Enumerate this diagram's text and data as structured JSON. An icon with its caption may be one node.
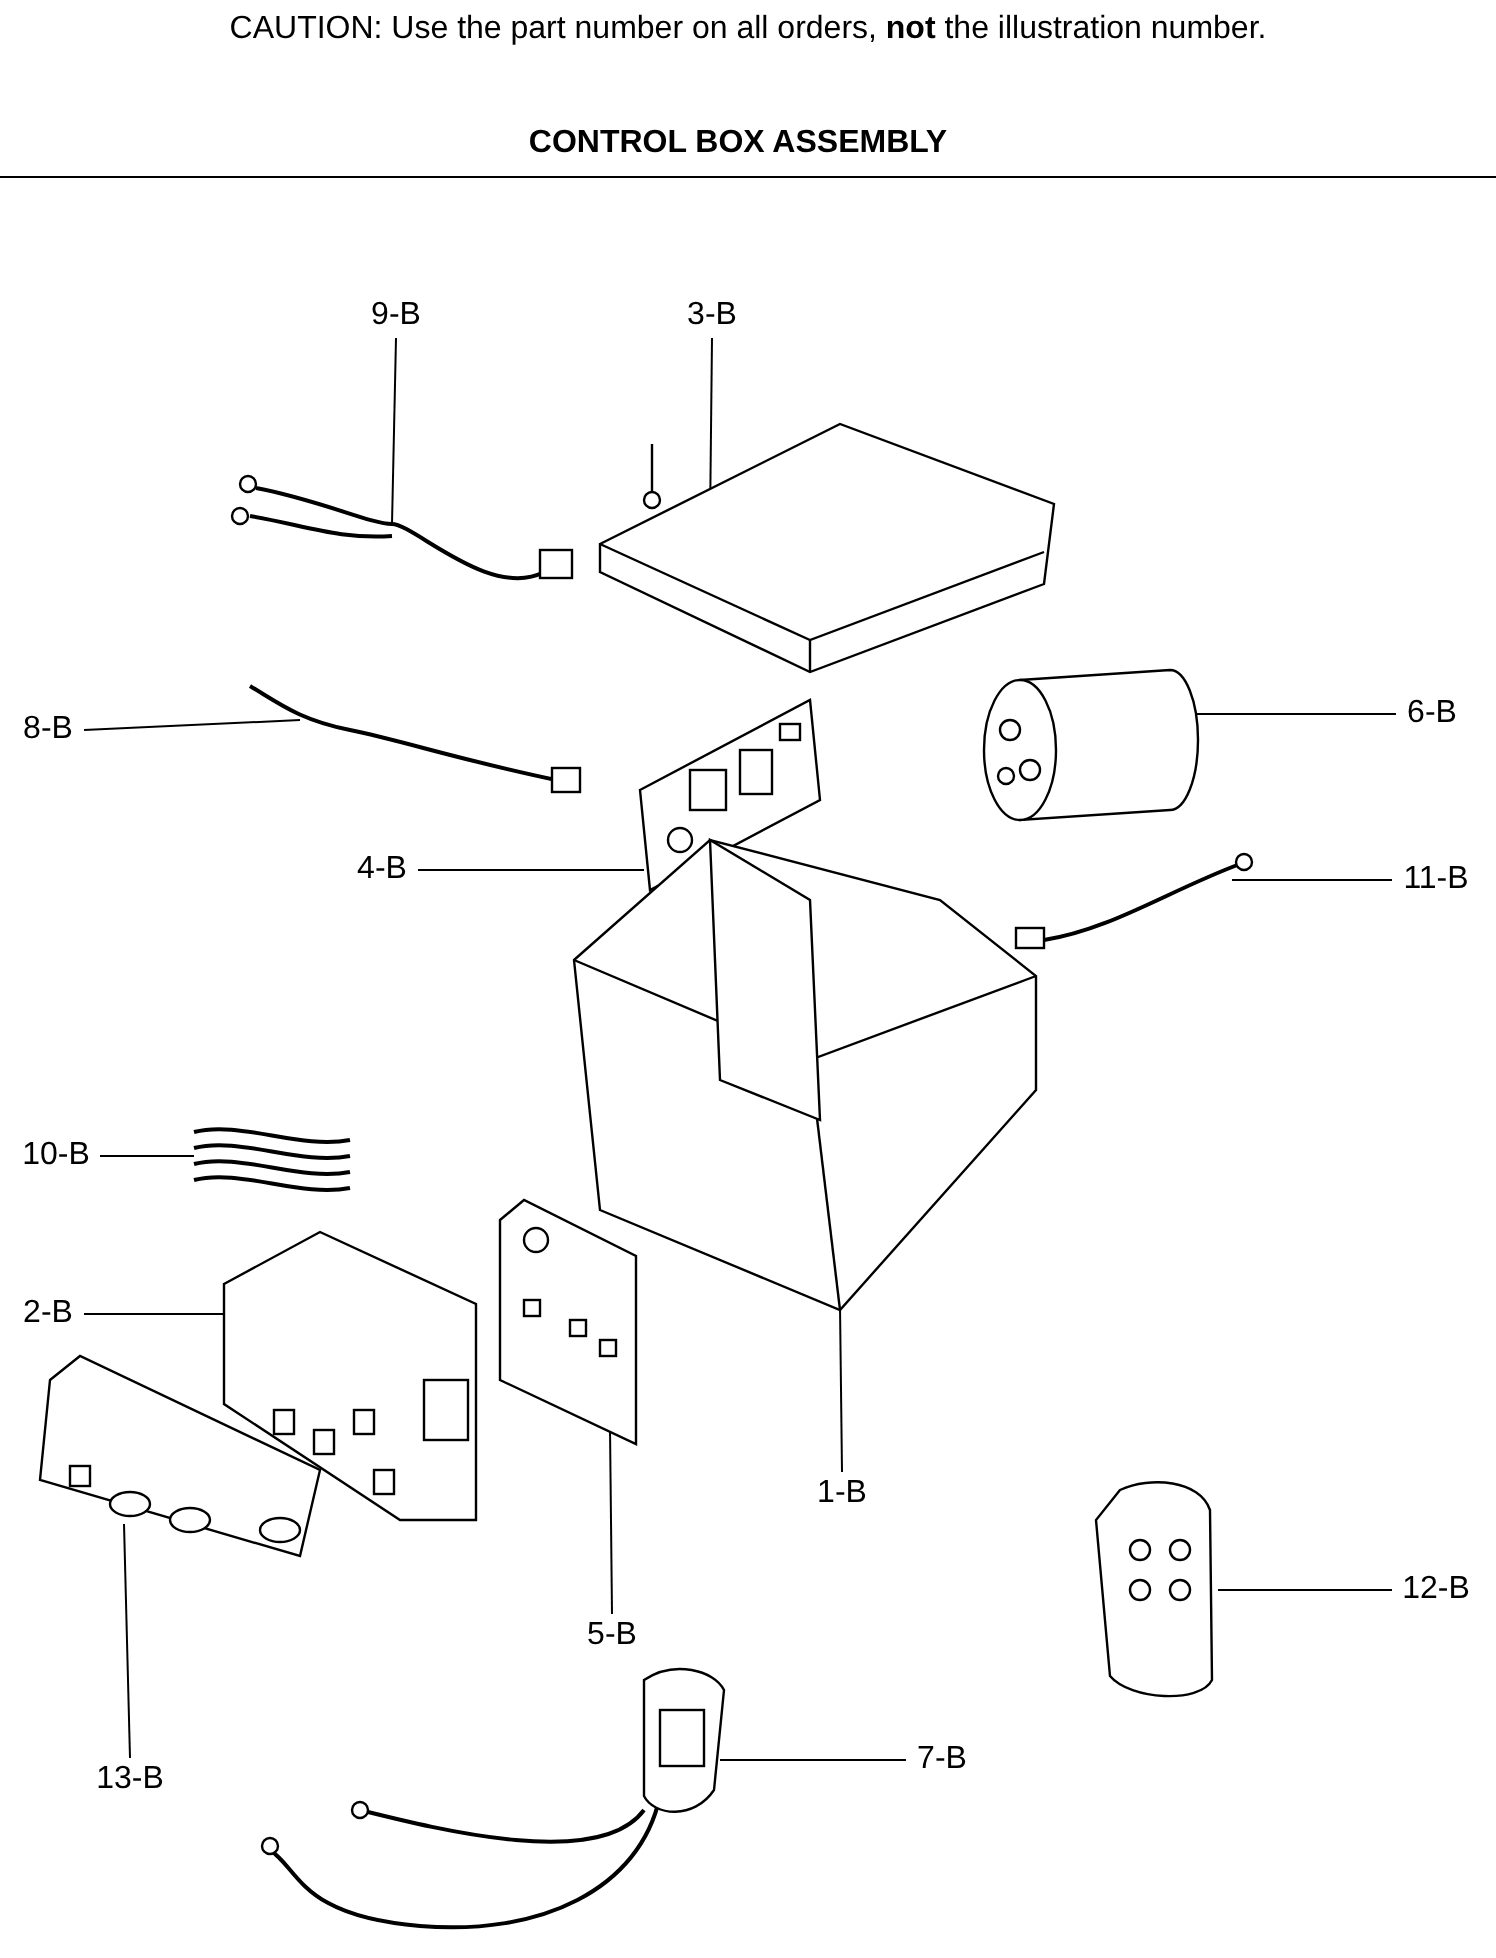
{
  "diagram": {
    "title": "CONTROL BOX ASSEMBLY",
    "nodes": [
      {
        "text": [
          "9-B"
        ]
      },
      {
        "text": [
          "3-B"
        ]
      },
      {
        "text": [
          "8-B"
        ]
      },
      {
        "text": [
          "6-B"
        ]
      },
      {
        "text": [
          "4-B"
        ]
      },
      {
        "text": [
          "11-B"
        ]
      },
      {
        "text": [
          "10-B"
        ]
      },
      {
        "text": [
          "2-B"
        ]
      },
      {
        "text": [
          "1-B"
        ]
      },
      {
        "text": [
          "12-B"
        ]
      },
      {
        "text": [
          "5-B"
        ]
      },
      {
        "text": [
          "13-B"
        ]
      },
      {
        "text": [
          "7-B"
        ]
      },
      {
        "text": [],
        "shape": "picture"
      },
      {
        "text": [],
        "shape": "picture"
      },
      {
        "text": [],
        "shape": "picture"
      },
      {
        "text": [],
        "shape": "picture"
      },
      {
        "text": [],
        "shape": "picture"
      },
      {
        "text": [],
        "shape": "picture"
      },
      {
        "text": [],
        "shape": "picture"
      },
      {
        "text": [],
        "shape": "picture"
      },
      {
        "text": [],
        "shape": "picture"
      },
      {
        "text": [],
        "shape": "picture"
      },
      {
        "text": [],
        "shape": "picture"
      },
      {
        "text": [],
        "shape": "picture"
      },
      {
        "text": [],
        "shape": "picture"
      }
    ],
    "edges": [
      {
        "from": 0,
        "to": 13,
        "arrow": "none"
      },
      {
        "from": 1,
        "to": 14,
        "arrow": "none"
      },
      {
        "from": 2,
        "to": 15,
        "arrow": "none"
      },
      {
        "from": 3,
        "to": 16,
        "arrow": "none"
      },
      {
        "from": 4,
        "to": 17,
        "arrow": "none"
      },
      {
        "from": 5,
        "to": 18,
        "arrow": "none"
      },
      {
        "from": 6,
        "to": 19,
        "arrow": "none"
      },
      {
        "from": 7,
        "to": 20,
        "arrow": "none"
      },
      {
        "from": 8,
        "to": 21,
        "arrow": "none"
      },
      {
        "from": 9,
        "to": 22,
        "arrow": "none"
      },
      {
        "from": 10,
        "to": 23,
        "arrow": "none"
      },
      {
        "from": 11,
        "to": 24,
        "arrow": "none"
      },
      {
        "from": 12,
        "to": 25,
        "arrow": "none"
      }
    ],
    "labels": [
      "CAUTION: Use the part number on all orders, **not** the illustration number."
    ]
  }
}
